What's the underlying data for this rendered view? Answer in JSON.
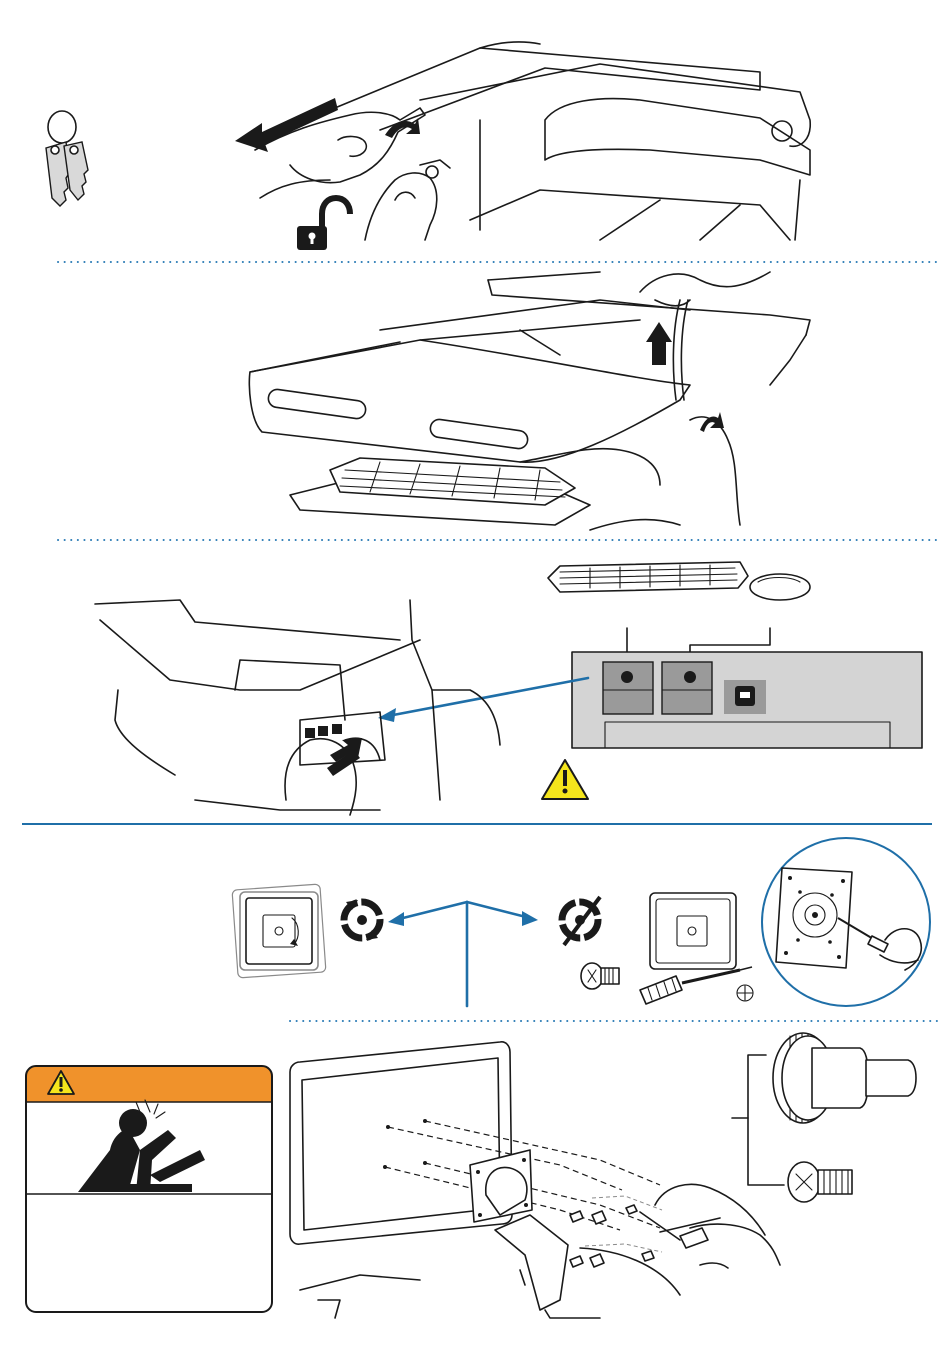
{
  "colors": {
    "accent_blue": "#1f6fa8",
    "warning_orange": "#f0922b",
    "warning_yellow": "#f5e51c",
    "panel_grey": "#d4d4d4",
    "port_grey": "#9a9a9a"
  },
  "icons": {
    "keys": "keys-icon",
    "unlock": "unlocked-padlock-icon",
    "warning": "warning-triangle-icon",
    "rotate": "rotate-icon",
    "no_rotate": "no-rotate-icon",
    "screw": "phillips-screw-icon",
    "screwdriver": "screwdriver-icon",
    "phillips": "phillips-symbol-icon"
  },
  "steps": [
    {
      "id": "step-1-unlock-and-pull-keyboard-tray"
    },
    {
      "id": "step-2-lift-worksurface-route-cables"
    },
    {
      "id": "step-3-connect-keyboard-mouse-ports"
    },
    {
      "id": "step-4-choose-rotating-or-fixed-mount"
    },
    {
      "id": "step-5-attach-monitor-to-vesa-plate"
    }
  ],
  "warning_card": {
    "body_text": ""
  }
}
